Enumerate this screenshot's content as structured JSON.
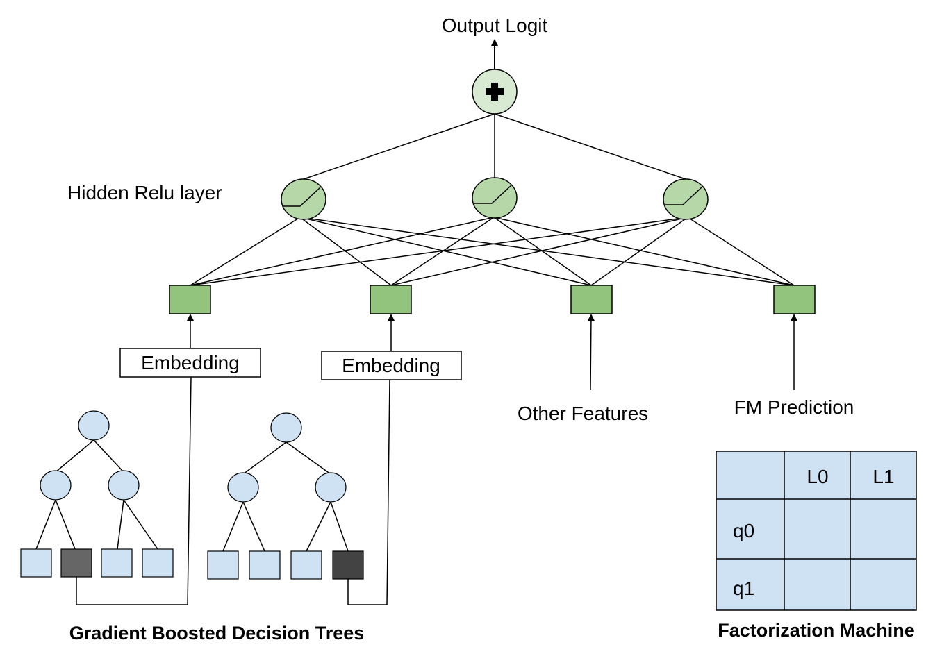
{
  "labels": {
    "output": "Output Logit",
    "hidden": "Hidden Relu layer",
    "embedding_1": "Embedding",
    "embedding_2": "Embedding",
    "other_features": "Other Features",
    "fm_prediction": "FM Prediction",
    "gbdt": "Gradient Boosted Decision Trees",
    "fm": "Factorization Machine"
  },
  "fm_table": {
    "col_headers": [
      "",
      "L0",
      "L1"
    ],
    "row_headers": [
      "q0",
      "q1"
    ]
  },
  "colors": {
    "sum_node": "#d9ead3",
    "relu_node": "#b6d7a8",
    "input_box": "#93c47d",
    "tree_node": "#cfe2f3",
    "leaf_selected_1": "#666666",
    "leaf_selected_2": "#434343",
    "fm_cell": "#cfe2f3"
  }
}
